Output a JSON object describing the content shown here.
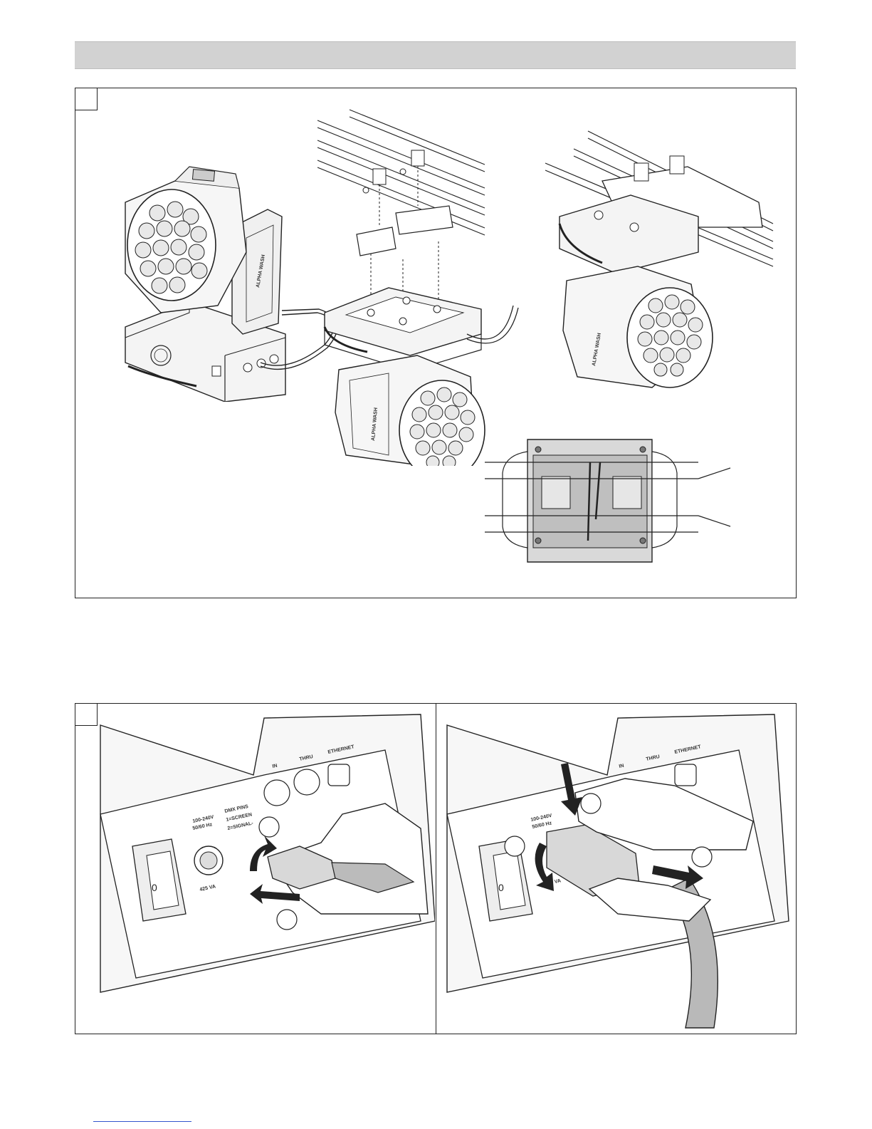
{
  "panel_b": {
    "left_labels": {
      "voltage": "100-240V",
      "frequency": "50/60 Hz",
      "power": "425 VA",
      "dmx_pins": "DMX PINS",
      "pin1": "1=SCREEN",
      "pin2": "2=SIGNAL-",
      "dmx_in": "IN",
      "dmx_thru": "THRU",
      "ethernet": "ETHERNET",
      "switch_off": "0"
    },
    "right_labels": {
      "voltage": "100-240V",
      "frequency": "50/60 Hz",
      "power": "425 VA",
      "dmx_in": "IN",
      "dmx_thru": "THRU",
      "ethernet": "ETHERNET",
      "switch_off": "0"
    }
  },
  "colors": {
    "header_bar": "#d2d2d2",
    "cable_grey": "#b9b9b9",
    "line": "#222222"
  }
}
